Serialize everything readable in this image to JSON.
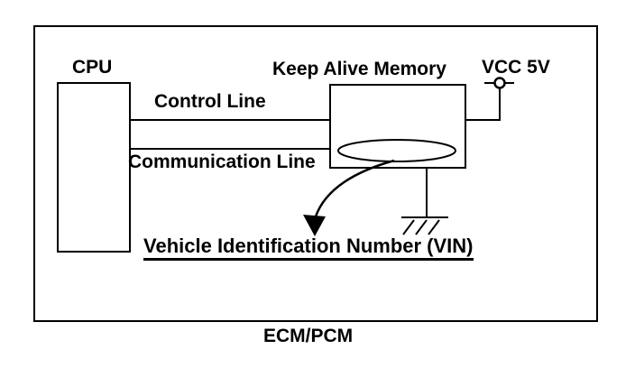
{
  "diagram": {
    "enclosure_label": "ECM/PCM",
    "cpu": {
      "label": "CPU"
    },
    "keep_alive_memory": {
      "label": "Keep Alive Memory"
    },
    "power_rail": {
      "label": "VCC 5V"
    },
    "control_line": {
      "label": "Control Line"
    },
    "communication_line": {
      "label": "Communication Line"
    },
    "vin_note": {
      "label": "Vehicle Identification Number (VIN)"
    }
  },
  "icons": {
    "vcc_terminal": "vcc-terminal-icon",
    "ground": "ground-icon",
    "curved_arrow": "curved-arrow-icon",
    "memory_cell": "memory-cell-ellipse"
  },
  "colors": {
    "ink": "#000000",
    "background": "#ffffff"
  }
}
